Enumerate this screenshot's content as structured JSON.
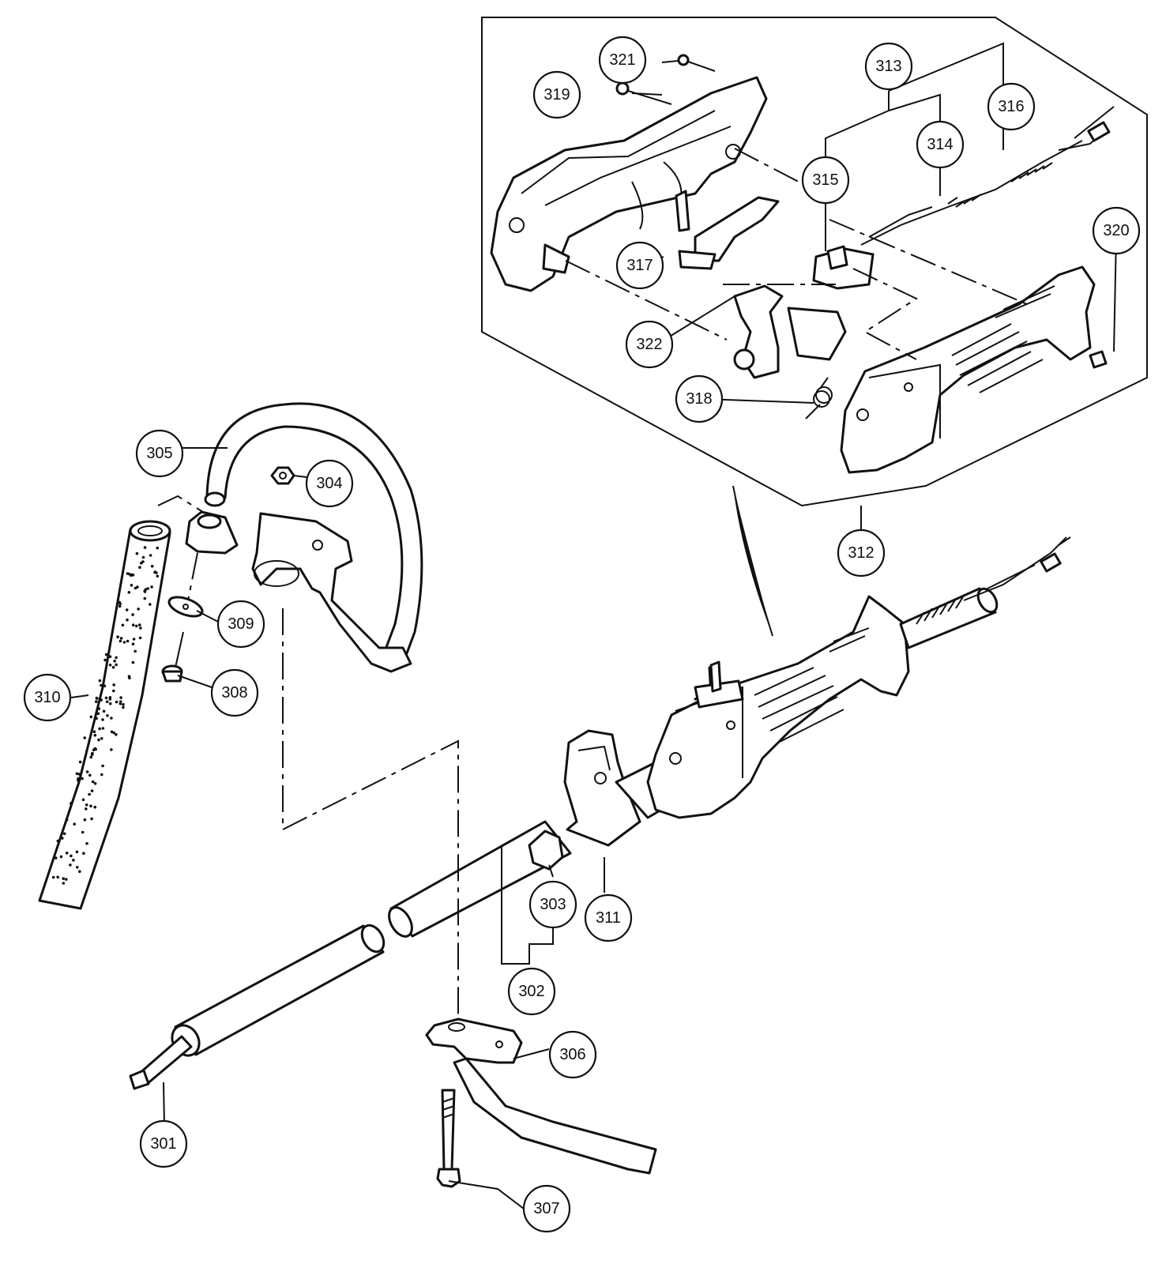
{
  "callouts": {
    "c301": "301",
    "c302": "302",
    "c303": "303",
    "c304": "304",
    "c305": "305",
    "c306": "306",
    "c307": "307",
    "c308": "308",
    "c309": "309",
    "c310": "310",
    "c311": "311",
    "c312": "312",
    "c313": "313",
    "c314": "314",
    "c315": "315",
    "c316": "316",
    "c317": "317",
    "c318": "318",
    "c319": "319",
    "c320": "320",
    "c321": "321",
    "c322": "322"
  }
}
